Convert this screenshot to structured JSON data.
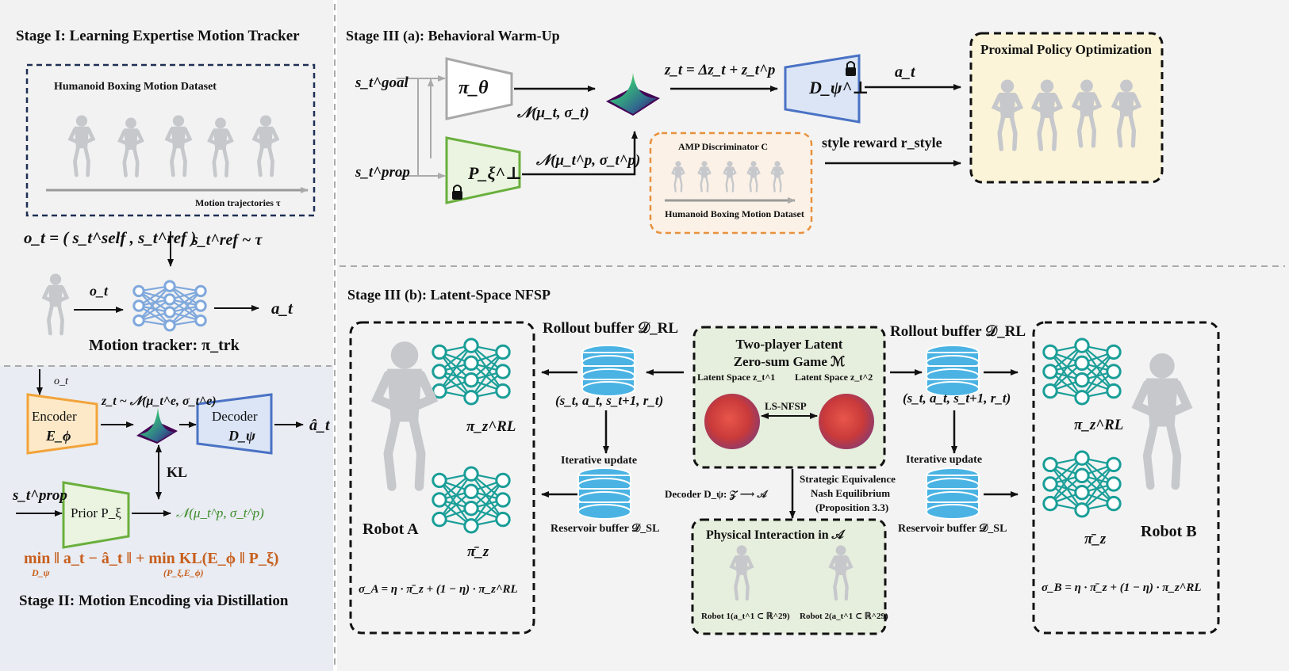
{
  "stage1": {
    "title": "Stage I: Learning Expertise Motion Tracker",
    "dataset_title": "Humanoid Boxing Motion Dataset",
    "trajectories": "Motion trajectories τ",
    "obs_eq": "o_t = ( s_t^self , s_t^ref )",
    "ref_sample": "s_t^ref ~ τ",
    "obs_arrow": "o_t",
    "action": "a_t",
    "tracker": "Motion tracker: π_trk"
  },
  "stage2": {
    "obs": "o_t",
    "encoder": "Encoder",
    "encoder_sym": "E_ϕ",
    "latent": "z_t ~ 𝒩(μ_t^e, σ_t^e)",
    "decoder": "Decoder",
    "decoder_sym": "D_ψ",
    "output": "â_t",
    "kl": "KL",
    "prop": "s_t^prop",
    "prior": "Prior P_ξ",
    "prior_dist": "𝒩(μ_t^p, σ_t^p)",
    "loss": "min ‖ a_t − â_t ‖ + min KL(E_ϕ ‖ P_ξ)",
    "loss_sub1": "D_ψ",
    "loss_sub2": "(P_ξ,E_ϕ)",
    "title": "Stage II: Motion Encoding via Distillation"
  },
  "stage3a": {
    "title": "Stage III (a): Behavioral Warm-Up",
    "goal": "s_t^goal",
    "prop": "s_t^prop",
    "policy": "π_θ",
    "policy_dist": "𝒩(μ_t, σ_t)",
    "prior": "P_ξ^⊥",
    "prior_dist": "𝒩(μ_t^p, σ_t^p)",
    "latent_eq": "z_t = Δz_t + z_t^p",
    "decoder": "D_ψ^⊥",
    "action": "a_t",
    "ppo": "Proximal Policy Optimization",
    "amp": "AMP Discriminator C",
    "amp_dataset": "Humanoid Boxing Motion Dataset",
    "style": "style reward r_style"
  },
  "stage3b": {
    "title": "Stage III (b): Latent-Space NFSP",
    "rollout_left": "Rollout buffer 𝒟_RL",
    "rollout_right": "Rollout buffer 𝒟_RL",
    "tuple": "(s_t, a_t, s_t+1, r_t)",
    "iterative": "Iterative update",
    "reservoir": "Reservoir buffer 𝒟_SL",
    "game_line1": "Two-player Latent",
    "game_line2": "Zero-sum Game ℳ",
    "latent1": "Latent Space z_t^1",
    "latent2": "Latent Space z_t^2",
    "lsnfsp": "LS-NFSP",
    "decoder_map": "Decoder D_ψ: 𝒵 ⟶ 𝒜",
    "strategic1": "Strategic Equivalence",
    "strategic2": "Nash Equilibrium",
    "strategic3": "(Proposition 3.3)",
    "physical": "Physical Interaction in 𝒜",
    "robot1": "Robot 1(a_t^1 ⊂ ℝ^29)",
    "robot2": "Robot 2(a_t^1 ⊂ ℝ^29)",
    "robot_a": "Robot A",
    "robot_b": "Robot B",
    "pi_rl": "π_z^RL",
    "pi_bar": "π̄_z",
    "sigma_a": "σ_A = η · π̄_z + (1 − η) · π_z^RL",
    "sigma_b": "σ_B = η · π̄_z + (1 − η) · π_z^RL"
  },
  "colors": {
    "stage1_bg": "#f2f2f2",
    "stage2_bg": "#e9ecf2",
    "encoder": "#f2a33a",
    "decoder": "#4a72c4",
    "prior": "#6aaf3d",
    "nn": "#1a9e98",
    "ppo_bg": "#fbf4d8",
    "game_bg": "#e6eedd",
    "amp_border": "#e8913e",
    "loss": "#c75f1e"
  },
  "icons": [
    "humanoid-icon",
    "neural-net-icon",
    "database-icon",
    "gaussian-icon",
    "lock-icon",
    "sphere-icon"
  ]
}
